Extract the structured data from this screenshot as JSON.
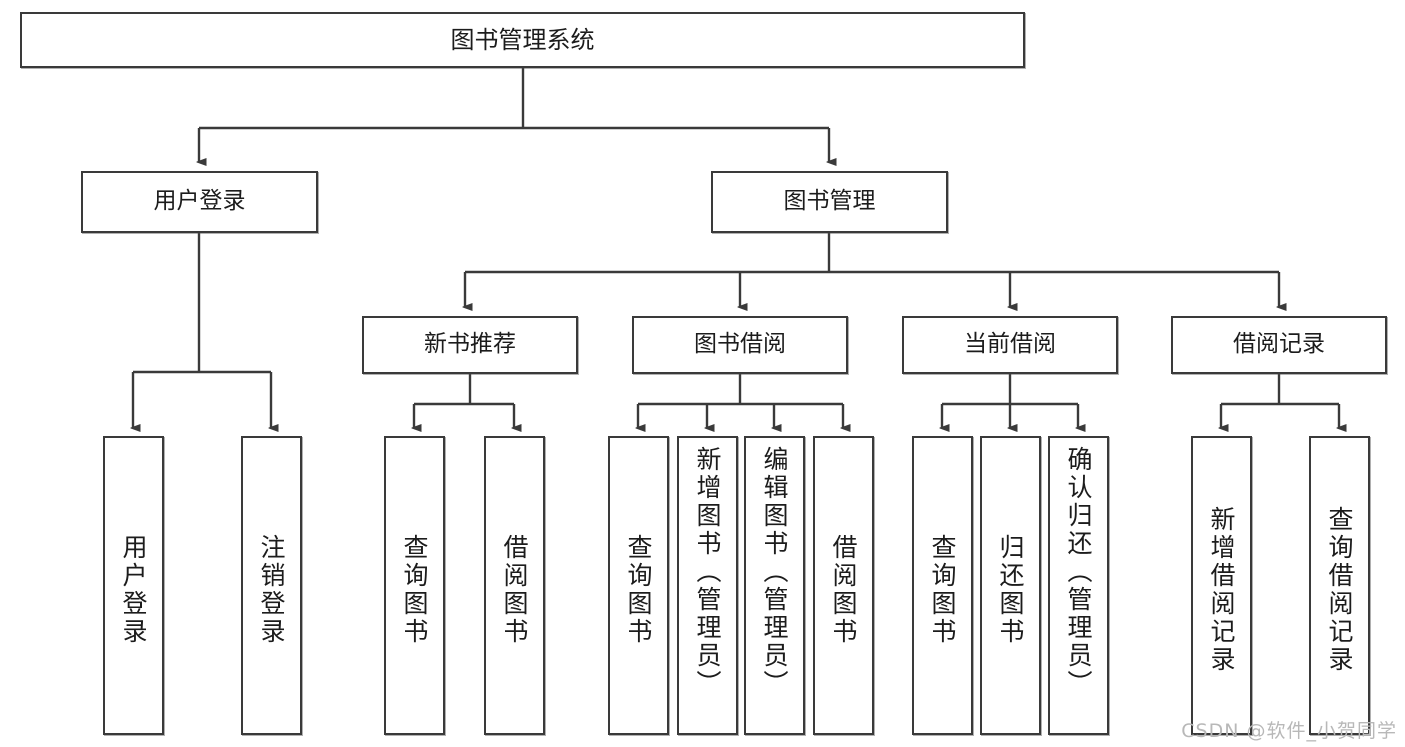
{
  "diagram": {
    "title": "图书管理系统",
    "watermark": "CSDN @软件_小贺同学",
    "root": {
      "label": "图书管理系统"
    },
    "level2": [
      {
        "label": "用户登录"
      },
      {
        "label": "图书管理"
      }
    ],
    "level3": [
      {
        "label": "新书推荐"
      },
      {
        "label": "图书借阅"
      },
      {
        "label": "当前借阅"
      },
      {
        "label": "借阅记录"
      }
    ],
    "leaves": {
      "user_login": [
        {
          "label": "用户登录"
        },
        {
          "label": "注销登录"
        }
      ],
      "new_book": [
        {
          "label": "查询图书"
        },
        {
          "label": "借阅图书"
        }
      ],
      "borrow": [
        {
          "label": "查询图书"
        },
        {
          "label": "新增图书（管理员）"
        },
        {
          "label": "编辑图书（管理员）"
        },
        {
          "label": "借阅图书"
        }
      ],
      "current": [
        {
          "label": "查询图书"
        },
        {
          "label": "归还图书"
        },
        {
          "label": "确认归还（管理员）"
        }
      ],
      "records": [
        {
          "label": "新增借阅记录"
        },
        {
          "label": "查询借阅记录"
        }
      ]
    },
    "colors": {
      "stroke": "#3a3a3a",
      "fill": "#ffffff",
      "text": "#1c1c1c",
      "watermark": "#b8b8b8"
    }
  }
}
